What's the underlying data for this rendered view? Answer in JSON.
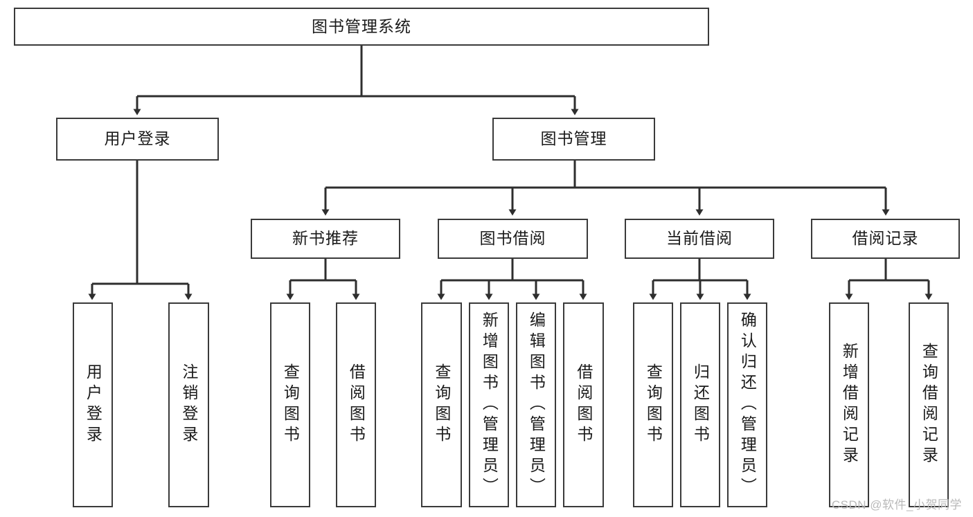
{
  "diagram": {
    "title": "图书管理系统",
    "watermark": "CSDN @软件_小贺同学",
    "type": "hierarchy-tree",
    "colors": {
      "box_border": "#3a3a3a",
      "box_fill": "#ffffff",
      "edge": "#2e2e2e",
      "text": "#1a1a1a",
      "watermark": "#b9b9b9"
    },
    "levels": {
      "root": {
        "label": "图书管理系统"
      },
      "level2": [
        {
          "id": "user-login",
          "label": "用户登录"
        },
        {
          "id": "book-manage",
          "label": "图书管理"
        }
      ],
      "level3": [
        {
          "id": "new-book-rec",
          "label": "新书推荐"
        },
        {
          "id": "book-borrow",
          "label": "图书借阅"
        },
        {
          "id": "current-borrow",
          "label": "当前借阅"
        },
        {
          "id": "borrow-record",
          "label": "借阅记录"
        }
      ],
      "leaves": {
        "user_login": [
          {
            "id": "leaf-user-login",
            "label": "用户登录"
          },
          {
            "id": "leaf-logout",
            "label": "注销登录"
          }
        ],
        "new_book_rec": [
          {
            "id": "leaf-query-book-1",
            "label": "查询图书"
          },
          {
            "id": "leaf-borrow-book-1",
            "label": "借阅图书"
          }
        ],
        "book_borrow": [
          {
            "id": "leaf-query-book-2",
            "label": "查询图书"
          },
          {
            "id": "leaf-add-book",
            "label": "新增图书（管理员）"
          },
          {
            "id": "leaf-edit-book",
            "label": "编辑图书（管理员）"
          },
          {
            "id": "leaf-borrow-book-2",
            "label": "借阅图书"
          }
        ],
        "current_borrow": [
          {
            "id": "leaf-query-book-3",
            "label": "查询图书"
          },
          {
            "id": "leaf-return-book",
            "label": "归还图书"
          },
          {
            "id": "leaf-confirm-return",
            "label": "确认归还（管理员）"
          }
        ],
        "borrow_record": [
          {
            "id": "leaf-add-record",
            "label": "新增借阅记录"
          },
          {
            "id": "leaf-query-record",
            "label": "查询借阅记录"
          }
        ]
      }
    }
  }
}
